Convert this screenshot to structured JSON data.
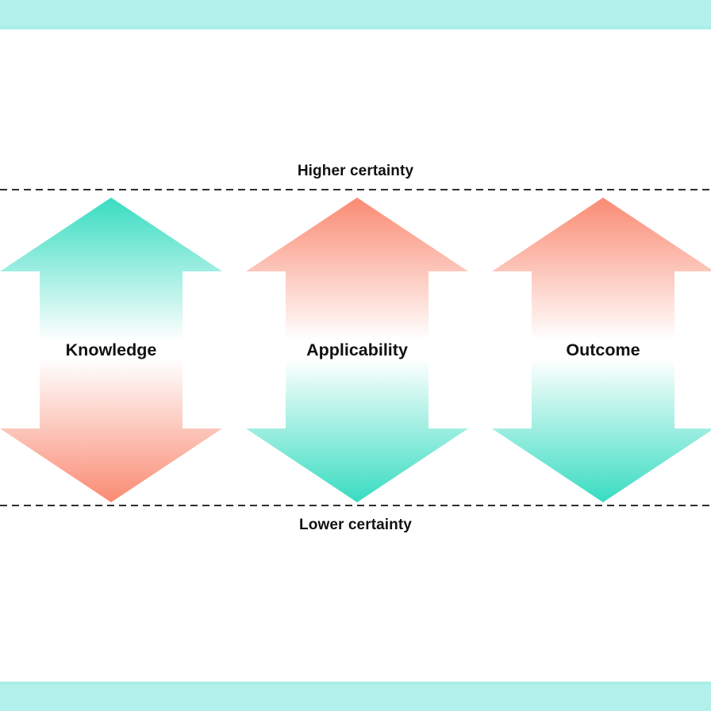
{
  "diagram": {
    "axis_top_label": "Higher certainty",
    "axis_bottom_label": "Lower certainty",
    "arrows": [
      {
        "label": "Knowledge",
        "top_color": "teal",
        "bottom_color": "salmon"
      },
      {
        "label": "Applicability",
        "top_color": "salmon",
        "bottom_color": "teal"
      },
      {
        "label": "Outcome",
        "top_color": "salmon",
        "bottom_color": "teal"
      }
    ]
  },
  "colors": {
    "teal": "#38dcc1",
    "salmon": "#fa8b73",
    "bar": "#b2f0eb",
    "bar_edge": "#a4ece5",
    "dash": "#2f2f2f",
    "text": "#111111"
  }
}
